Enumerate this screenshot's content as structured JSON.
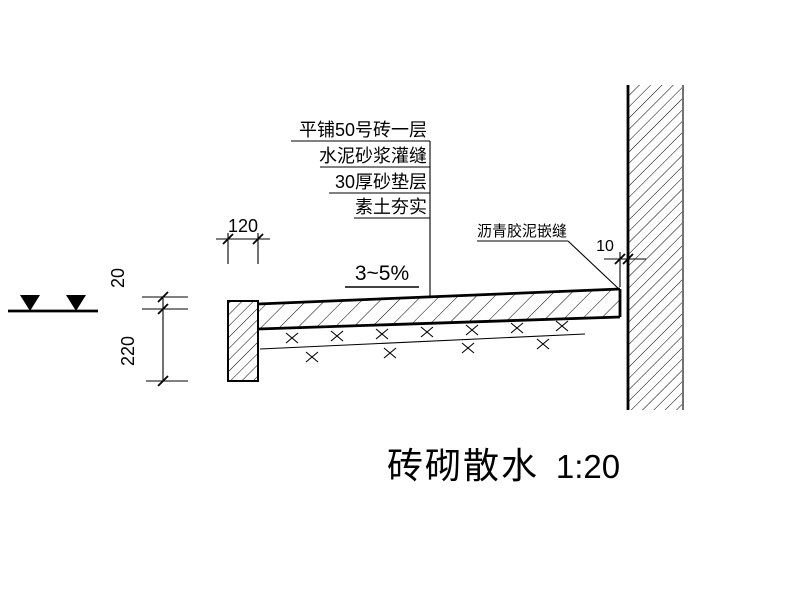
{
  "drawing": {
    "background": "#ffffff",
    "line_color": "#000000",
    "callouts": {
      "brick_layer": "平铺50号砖一层",
      "mortar_joint": "水泥砂浆灌缝",
      "sand_cushion": "30厚砂垫层",
      "compacted_soil": "素土夯实",
      "asphalt_joint": "沥青胶泥嵌缝"
    },
    "dimensions": {
      "edge_width": "120",
      "surface_rise": "20",
      "edge_depth": "220",
      "joint_width": "10",
      "slope": "3~5%"
    },
    "title": {
      "name": "砖砌散水",
      "scale": "1:20"
    }
  }
}
